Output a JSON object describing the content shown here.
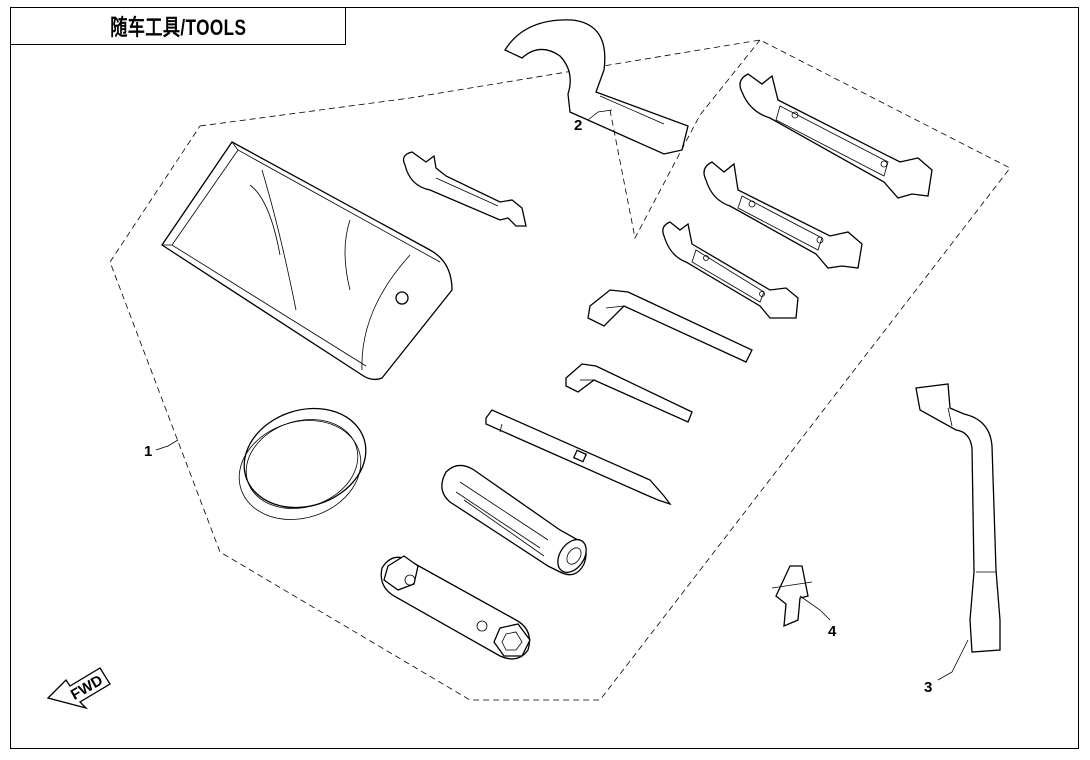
{
  "title": "随车工具/TOOLS",
  "callouts": {
    "c1": "1",
    "c2": "2",
    "c3": "3",
    "c4": "4"
  },
  "fwd_label": "FWD"
}
